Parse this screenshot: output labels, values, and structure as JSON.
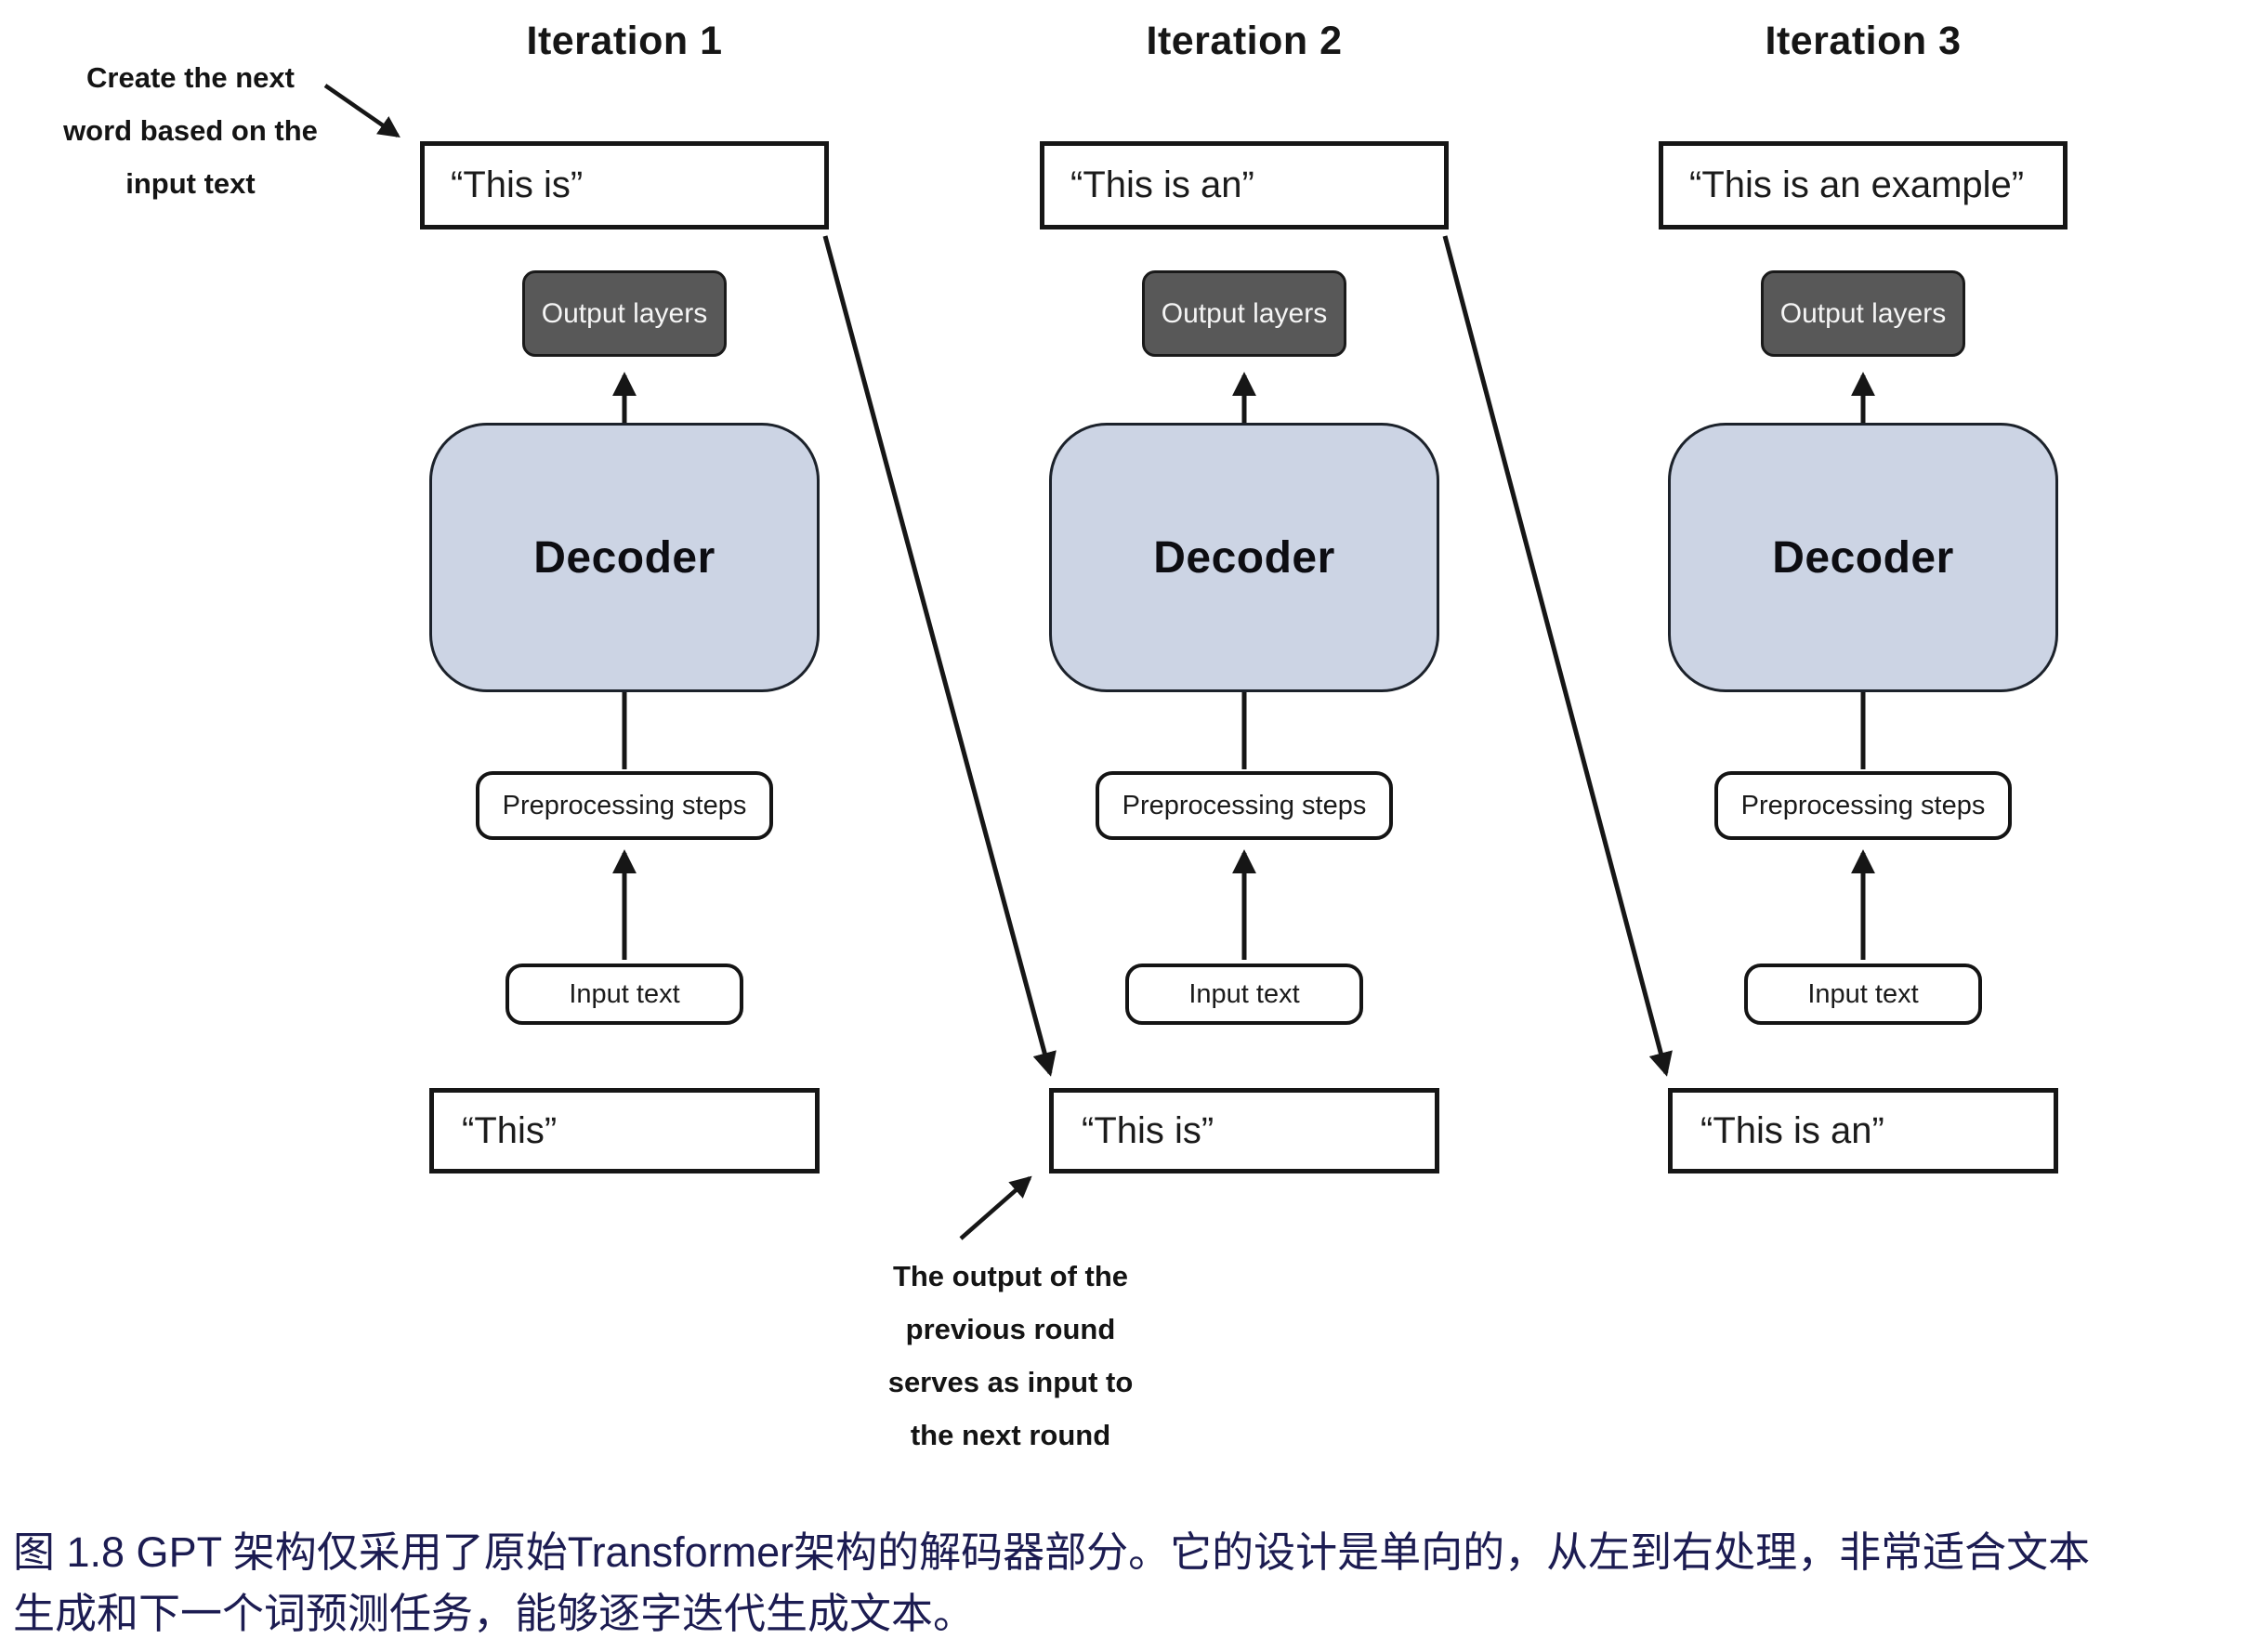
{
  "figure": {
    "annotations": {
      "top_left": {
        "lines": [
          "Create the next",
          "word based on the",
          "input text"
        ]
      },
      "bottom": {
        "lines": [
          "The output of the",
          "previous round",
          "serves as input to",
          "the next round"
        ]
      }
    },
    "columns": [
      {
        "title": "Iteration 1",
        "output_text": "“This is”",
        "output_layers_label": "Output layers",
        "decoder_label": "Decoder",
        "preprocessing_label": "Preprocessing steps",
        "input_box_label": "Input text",
        "input_string": "“This”"
      },
      {
        "title": "Iteration 2",
        "output_text": "“This is an”",
        "output_layers_label": "Output layers",
        "decoder_label": "Decoder",
        "preprocessing_label": "Preprocessing steps",
        "input_box_label": "Input text",
        "input_string": "“This is”"
      },
      {
        "title": "Iteration 3",
        "output_text": "“This is an example”",
        "output_layers_label": "Output layers",
        "decoder_label": "Decoder",
        "preprocessing_label": "Preprocessing steps",
        "input_box_label": "Input text",
        "input_string": "“This is an”"
      }
    ],
    "caption": {
      "line1": "图 1.8  GPT 架构仅采用了原始Transformer架构的解码器部分。它的设计是单向的，从左到右处理，非常适合文本",
      "line2": "生成和下一个词预测任务，能够逐字迭代生成文本。"
    },
    "colors": {
      "decoder_fill": "#ccd4e4",
      "output_layers_fill": "#585858",
      "box_border": "#161616",
      "caption_text": "#1c1c52",
      "background": "#ffffff"
    }
  }
}
